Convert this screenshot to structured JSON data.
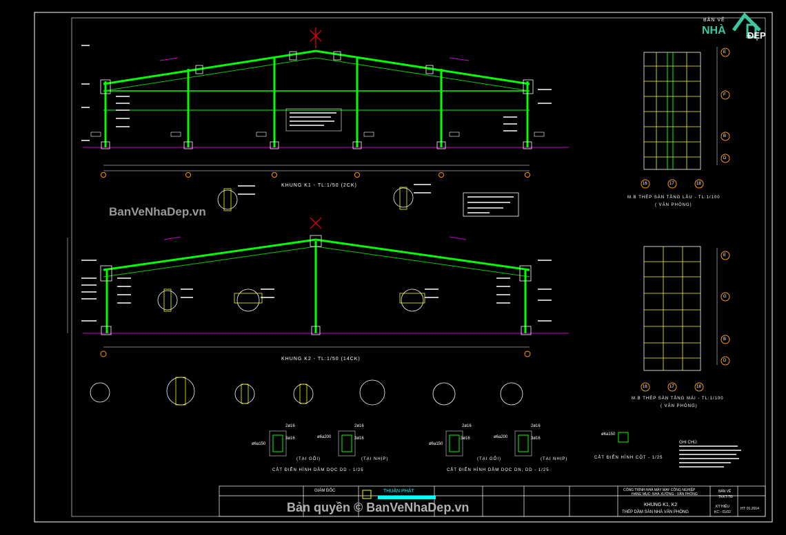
{
  "drawing": {
    "frame_k1_title": "KHUNG K1 - TL:1/50 (2CK)",
    "frame_k2_title": "KHUNG K2 - TL:1/50 (14CK)",
    "plan_upper_title": "M.B THÉP SÀN TẦNG LẦU - TL:1/100",
    "plan_upper_sub": "( VĂN PHÒNG)",
    "plan_roof_title": "M.B THÉP SÀN TẦNG MÁI - TL:1/100",
    "plan_roof_sub": "( VĂN PHÒNG)",
    "section_dd_title": "CẮT ĐIỂN HÌNH DẦM DỌC DD - 1/25",
    "section_dn_title": "CẮT ĐIỂN HÌNH DẦM DỌC DN, DD - 1/25",
    "section_col_title": "CẮT ĐIỂN HÌNH CỘT - 1/25",
    "tai_goi": "(TẠI GỐI)",
    "tai_nhip": "(TẠI NHỊP)",
    "rebar_top": "2ø16",
    "rebar_mid": "3ø16",
    "stirrup_1": "ø6a150",
    "stirrup_2": "ø6a200",
    "grid_16": "16",
    "grid_17": "17",
    "grid_18": "18",
    "grid_d": "D",
    "grid_e": "E",
    "grid_b": "B",
    "grid_f": "F",
    "grid_g": "G"
  },
  "titleblock": {
    "giam_doc": "GIÁM ĐỐC",
    "company": "THUẬN PHÁT",
    "project": "CÔNG TRÌNH NHÀ MÁY MAY CÔNG NGHIỆP",
    "project_sub": "HẠNG MỤC: NHÀ XƯỞNG - VĂN PHÒNG",
    "sheet_title_1": "KHUNG K1, K2",
    "sheet_title_2": "THÉP DẦM SÀN NHÀ VĂN PHÒNG",
    "ban_ve_label": "BẢN VẼ",
    "ban_ve_value": "TKKT-TĐ",
    "ky_hieu_label": "KÝ HIỆU",
    "ky_hieu_value": "KC - 01/02",
    "date": "HT: 01.2014",
    "notes_label": "GHI CHÚ:"
  },
  "watermarks": {
    "left": "BanVeNhaDep.vn",
    "bottom": "Bản quyền © BanVeNhaDep.vn"
  },
  "logo": {
    "top_text": "BẢN VẼ",
    "nha": "NHÀ",
    "dep": "ĐẸP"
  },
  "colors": {
    "background": "#000000",
    "frame": "#00ff00",
    "dim": "#ffffff",
    "ground": "#cc00cc",
    "grid_bubble": "#ff9900",
    "accent_red": "#ff0000",
    "titleblock_cyan": "#00ffff"
  }
}
